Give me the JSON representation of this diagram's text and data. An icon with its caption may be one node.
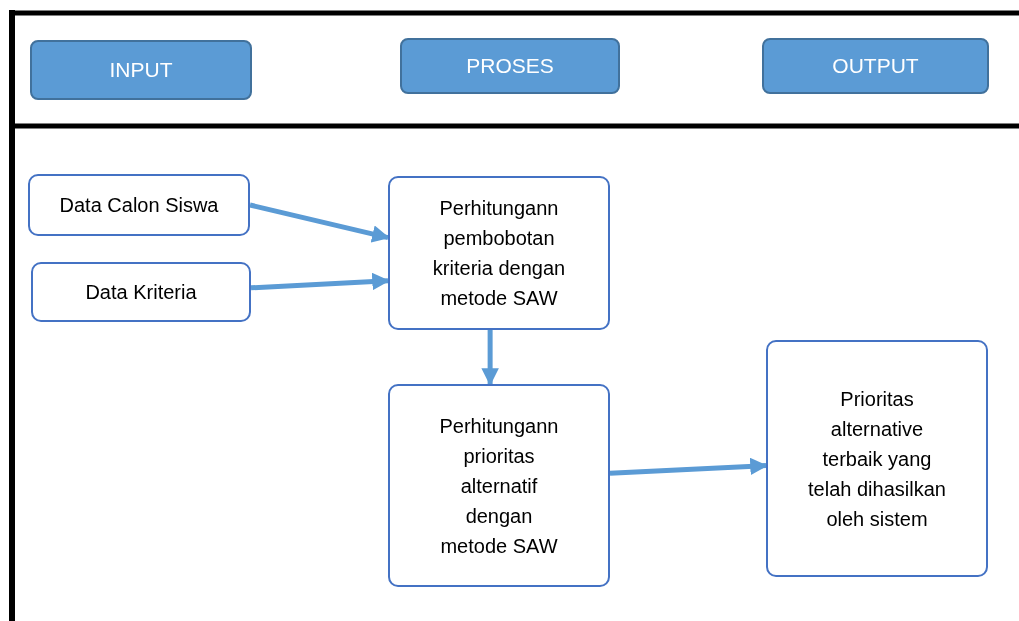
{
  "diagram": {
    "nodes": [
      {
        "text": [
          "INPUT"
        ]
      },
      {
        "text": [
          "PROSES"
        ]
      },
      {
        "text": [
          "OUTPUT"
        ]
      },
      {
        "text": [
          "Data Calon Siswa"
        ]
      },
      {
        "text": [
          "Data Kriteria"
        ]
      },
      {
        "text": [
          "Perhitungann pembobotan kriteria dengan metode SAW"
        ]
      },
      {
        "text": [
          "Perhitungann prioritas alternatif dengan metode SAW"
        ]
      },
      {
        "text": [
          "Prioritas alternative terbaik yang telah dihasilkan oleh sistem"
        ]
      }
    ],
    "edges": [
      {
        "from": 3,
        "to": 5,
        "arrow": "to"
      },
      {
        "from": 4,
        "to": 5,
        "arrow": "to"
      },
      {
        "from": 5,
        "to": 6,
        "arrow": "to"
      },
      {
        "from": 6,
        "to": 7,
        "arrow": "to"
      }
    ]
  }
}
